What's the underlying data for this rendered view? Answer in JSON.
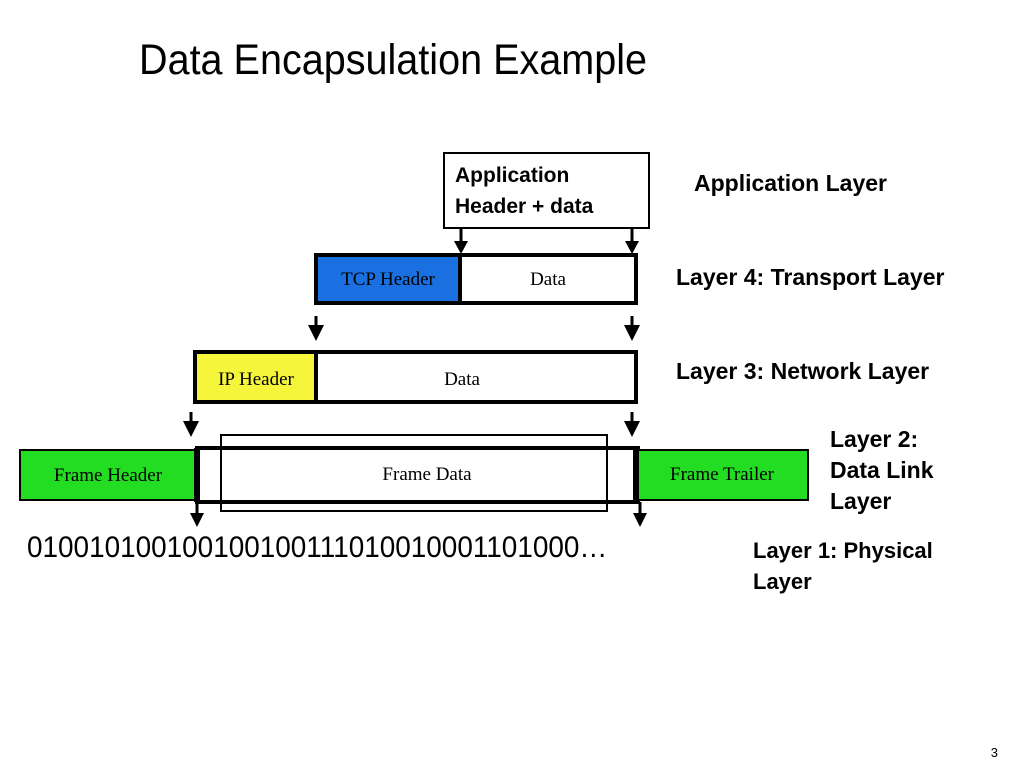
{
  "slide": {
    "title": "Data Encapsulation Example",
    "page_number": "3"
  },
  "application_box": {
    "line1": "Application",
    "line2": "Header + data"
  },
  "segment": {
    "header": "TCP Header",
    "data": "Data"
  },
  "packet": {
    "header": "IP Header",
    "data": "Data"
  },
  "frame": {
    "header": "Frame Header",
    "data": "Frame Data",
    "trailer": "Frame Trailer"
  },
  "bitstream": "010010100100100100111010010001101000…",
  "layers": {
    "application": "Application Layer",
    "transport": "Layer 4: Transport Layer",
    "network": "Layer 3: Network Layer",
    "datalink_line1": "Layer 2:",
    "datalink_line2": "Data Link",
    "datalink_line3": "Layer",
    "physical_line1": "Layer 1: Physical",
    "physical_line2": "Layer"
  },
  "colors": {
    "tcp_header": "#1a70e0",
    "ip_header": "#f5f53c",
    "frame_parts": "#22dd22"
  }
}
